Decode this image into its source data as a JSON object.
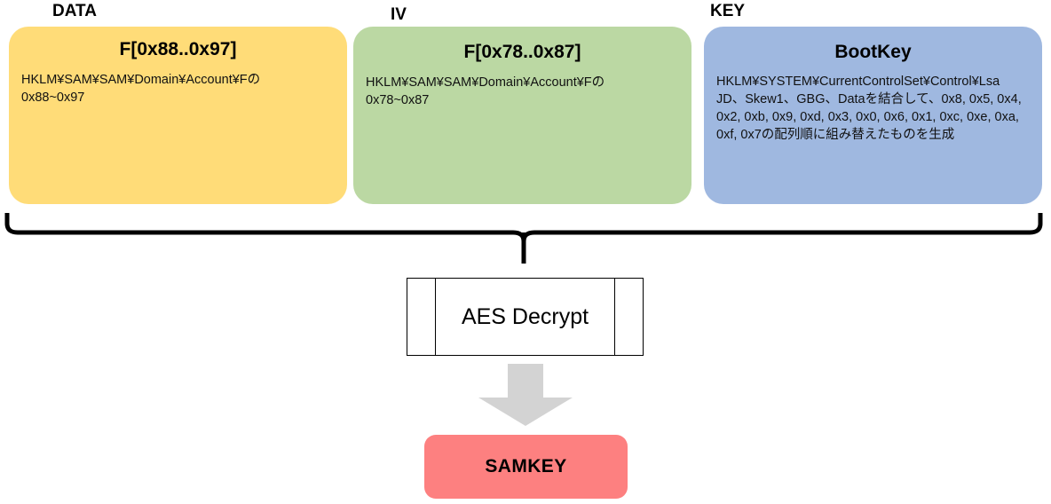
{
  "diagram": {
    "title": "SAMKEY derivation via AES Decrypt",
    "colors": {
      "data_box": "#ffdc78",
      "iv_box": "#bbd8a3",
      "key_box": "#9fb8e0",
      "result_box": "#fd8080",
      "arrow": "#d3d3d3",
      "line": "#000000"
    },
    "inputs": [
      {
        "role_label": "DATA",
        "title": "F[0x88..0x97]",
        "description": "HKLM¥SAM¥SAM¥Domain¥Account¥Fの\n0x88~0x97"
      },
      {
        "role_label": "IV",
        "title": "F[0x78..0x87]",
        "description": "HKLM¥SAM¥SAM¥Domain¥Account¥Fの\n0x78~0x87"
      },
      {
        "role_label": "KEY",
        "title": "BootKey",
        "description": "HKLM¥SYSTEM¥CurrentControlSet¥Control¥Lsa\nJD、Skew1、GBG、Dataを結合して、0x8, 0x5, 0x4, 0x2, 0xb, 0x9, 0xd, 0x3, 0x0, 0x6, 0x1, 0xc, 0xe, 0xa, 0xf, 0x7の配列順に組み替えたものを生成"
      }
    ],
    "process": {
      "label": "AES Decrypt"
    },
    "result": {
      "label": "SAMKEY"
    }
  }
}
